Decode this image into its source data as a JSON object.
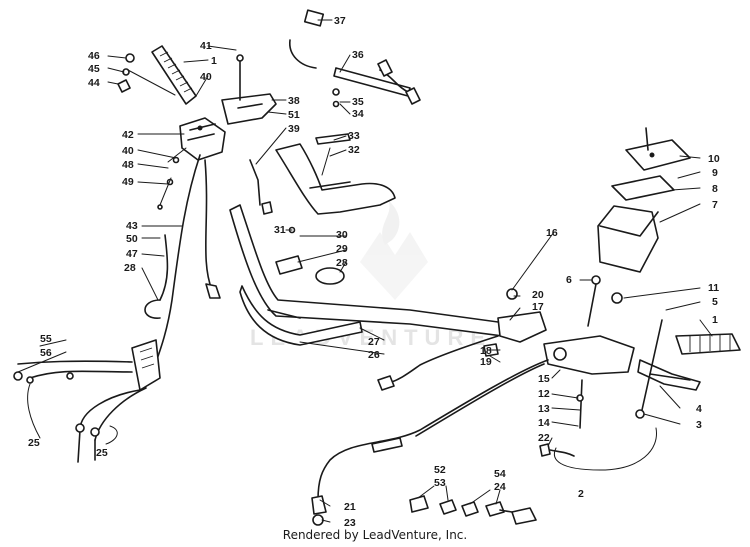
{
  "diagram": {
    "credit": "Rendered by LeadVenture, Inc.",
    "watermark": "LEADVENTURE",
    "callouts": [
      "1",
      "1",
      "2",
      "3",
      "4",
      "5",
      "6",
      "7",
      "8",
      "9",
      "10",
      "11",
      "12",
      "13",
      "14",
      "15",
      "16",
      "17",
      "18",
      "19",
      "20",
      "21",
      "22",
      "23",
      "24",
      "25",
      "25",
      "26",
      "27",
      "28",
      "28",
      "29",
      "30",
      "31",
      "32",
      "33",
      "34",
      "35",
      "36",
      "37",
      "38",
      "39",
      "40",
      "40",
      "41",
      "42",
      "43",
      "44",
      "45",
      "46",
      "47",
      "48",
      "49",
      "50",
      "51",
      "52",
      "53",
      "54",
      "55",
      "56"
    ]
  }
}
